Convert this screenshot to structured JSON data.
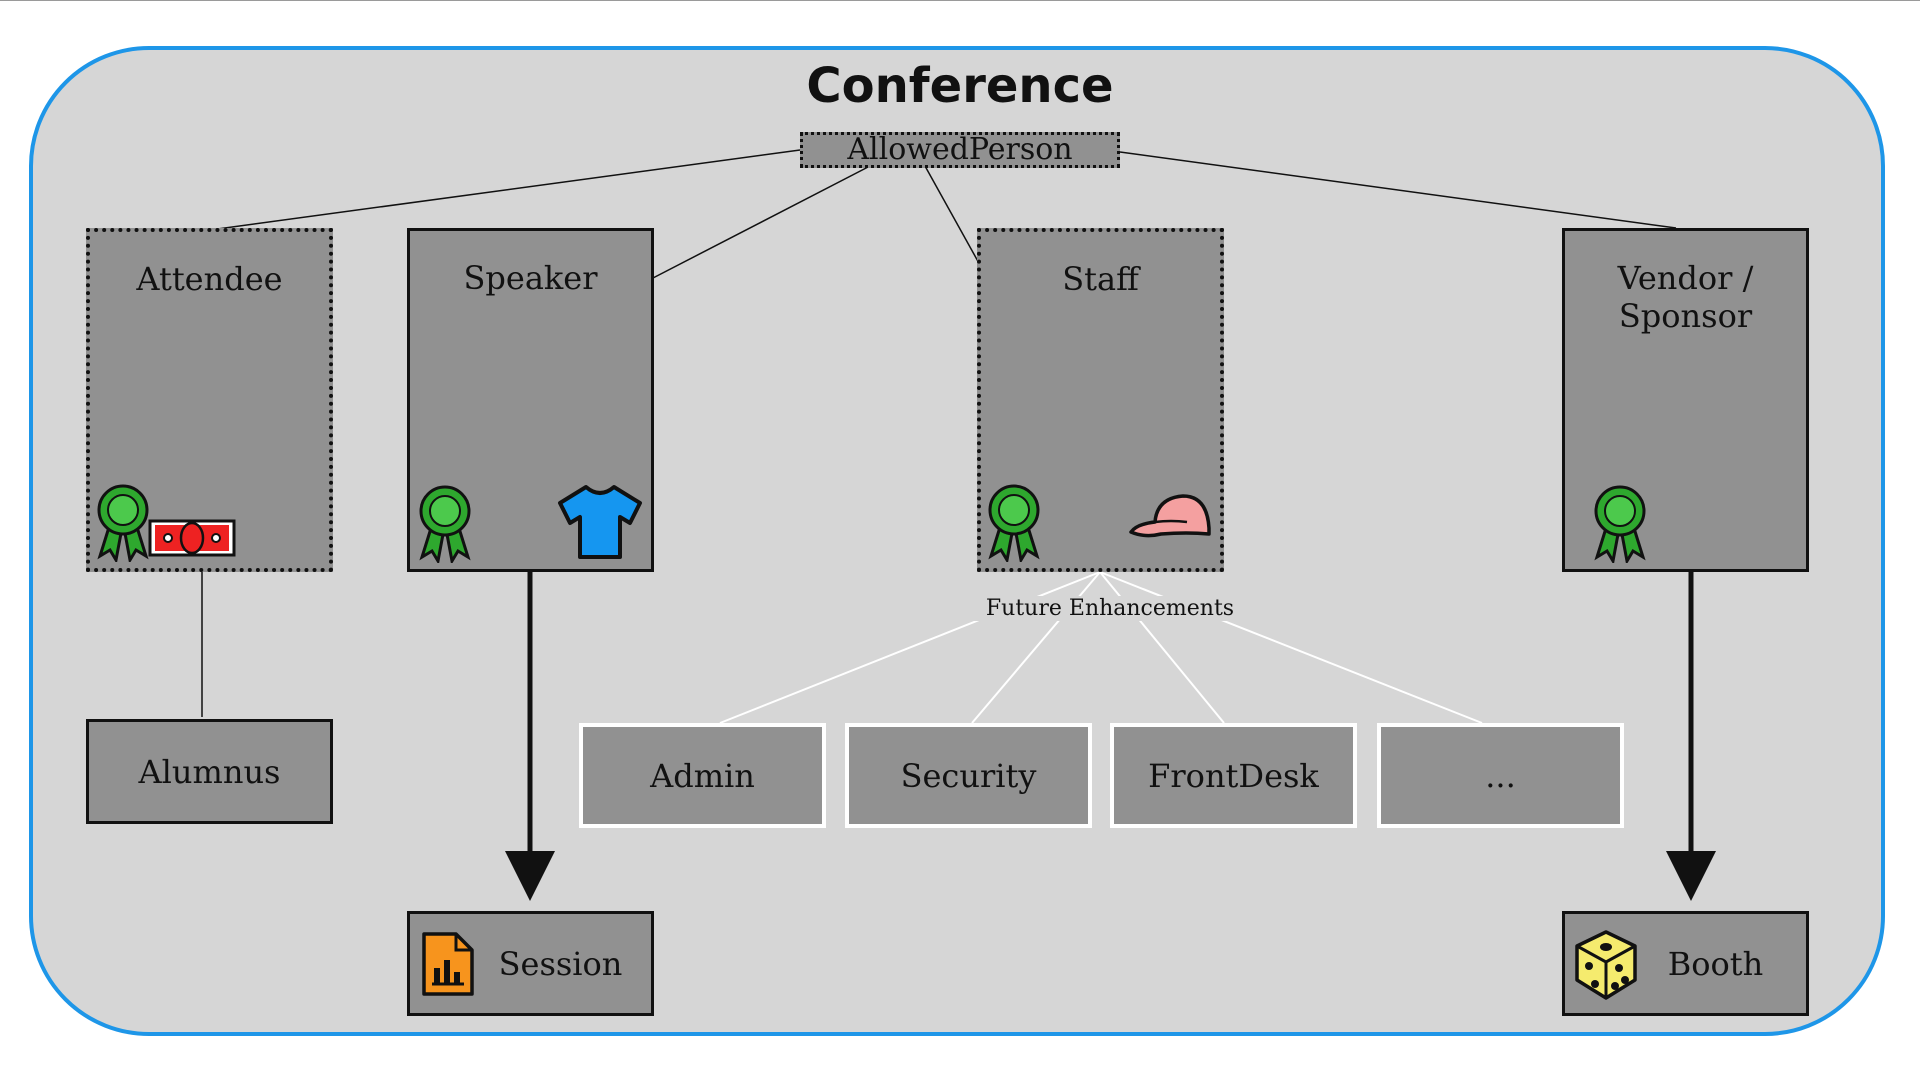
{
  "title": "Conference",
  "parent": "AllowedPerson",
  "roles": {
    "attendee": "Attendee",
    "speaker": "Speaker",
    "staff": "Staff",
    "vendor_line1": "Vendor /",
    "vendor_line2": "Sponsor"
  },
  "alumnus": "Alumnus",
  "future_label": "Future Enhancements",
  "future": [
    "Admin",
    "Security",
    "FrontDesk",
    "..."
  ],
  "session": "Session",
  "booth": "Booth",
  "icons": {
    "badge": "award-ribbon-icon",
    "money": "money-icon",
    "shirt": "t-shirt-icon",
    "cap": "cap-icon",
    "session": "document-chart-icon",
    "booth": "dice-icon"
  },
  "colors": {
    "frame_border": "#1e96e8",
    "frame_fill": "#d6d6d6",
    "box_fill": "#919191",
    "ribbon": "#2ea82e",
    "shirt": "#1596f0",
    "cap": "#f4a0a0",
    "session_icon": "#f7941d",
    "dice": "#f5eb6e"
  }
}
